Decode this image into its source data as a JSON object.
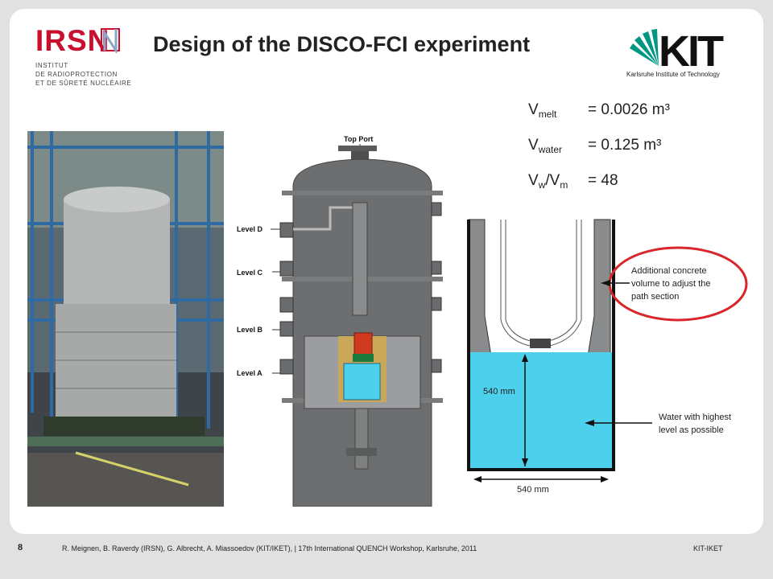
{
  "slide": {
    "title": "Design of the DISCO-FCI experiment",
    "page_number": "8",
    "footer": "R. Meignen, B. Raverdy (IRSN), G. Albrecht, A. Miassoedov (KIT/IKET),  | 17th International QUENCH Workshop, Karlsruhe, 2011",
    "footer_right": "KIT-IKET"
  },
  "logos": {
    "irsn_mark": "IRSN",
    "irsn_lines": [
      "INSTITUT",
      "DE RADIOPROTECTION",
      "ET DE SÛRETÉ NUCLÉAIRE"
    ],
    "kit_mark": "KIT",
    "kit_sub": "Karlsruhe Institute of Technology"
  },
  "equations": [
    {
      "base": "V",
      "sub": "melt",
      "value": "= 0.0026 m³"
    },
    {
      "base": "V",
      "sub": "water",
      "value": "= 0.125 m³"
    },
    {
      "base": "V",
      "sub": "w",
      "base2": "/V",
      "sub2": "m",
      "value": "= 48"
    }
  ],
  "vessel": {
    "top_port": "Top Port",
    "levels": [
      "Level D",
      "Level C",
      "Level B",
      "Level A"
    ]
  },
  "pool": {
    "annotation_concrete": [
      "Additional concrete",
      "volume to adjust the",
      "path section"
    ],
    "annotation_water": [
      "Water with highest",
      "level as possible"
    ],
    "height_label": "540 mm",
    "width_label": "540 mm"
  },
  "colors": {
    "irsn_red": "#c8102e",
    "kit_green": "#009682",
    "water": "#4dd0ec",
    "vessel_grey": "#6d6e70",
    "annotation_red": "#d9262a"
  }
}
